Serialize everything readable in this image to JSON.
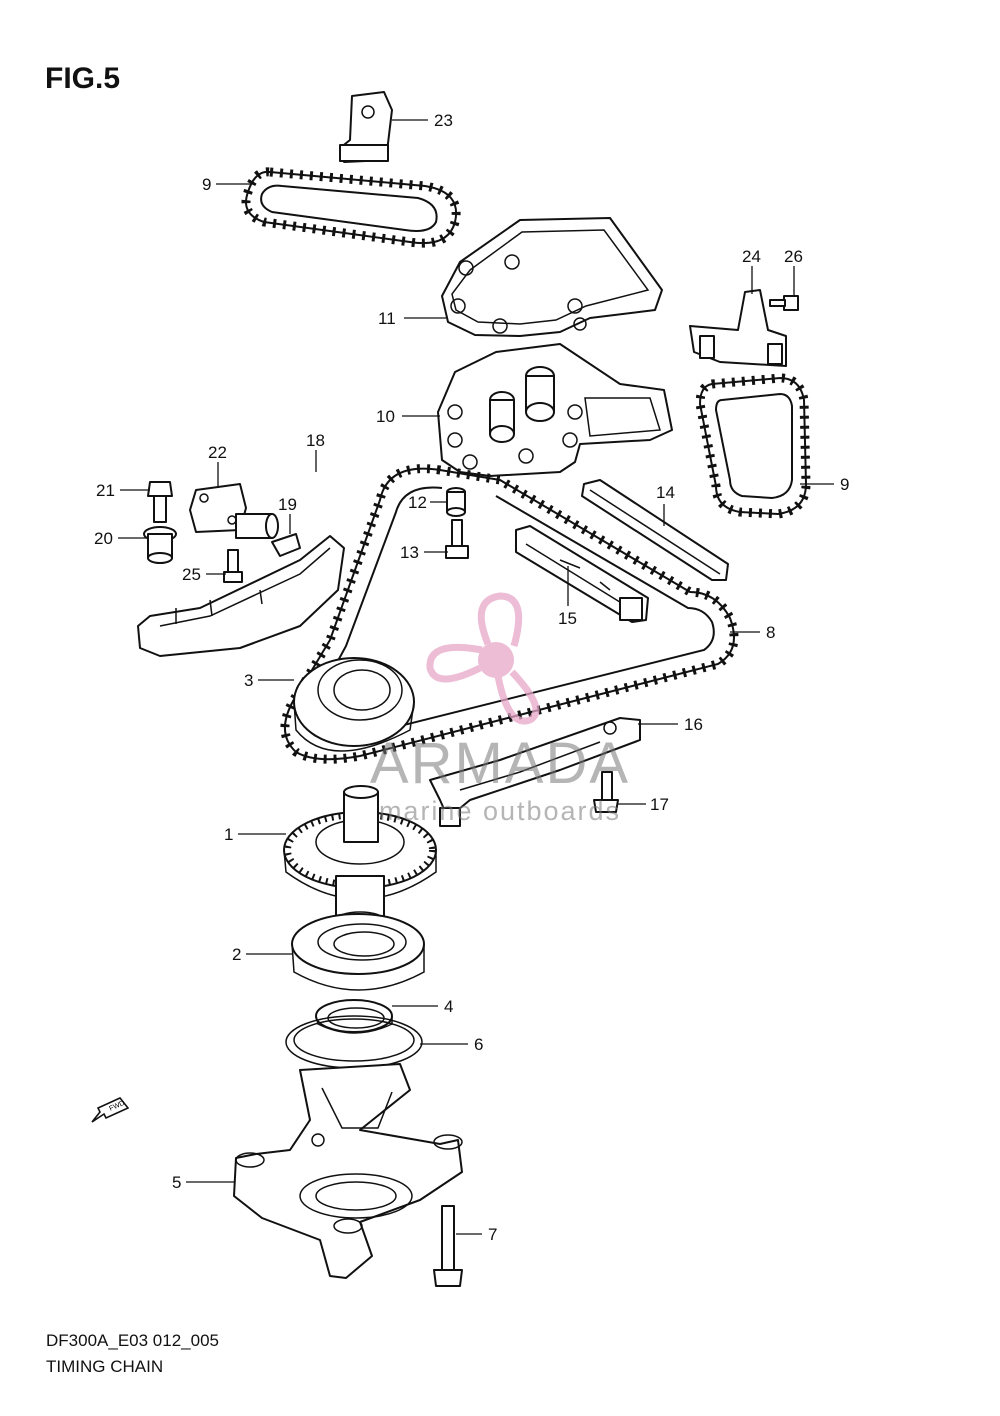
{
  "figure": {
    "title": "FIG.5",
    "code": "DF300A_E03 012_005",
    "name": "TIMING CHAIN"
  },
  "watermark": {
    "brand": "ARMADA",
    "tagline": "marine outboards",
    "color": "#e7a6c8"
  },
  "fwd_label": "FWD",
  "callouts": [
    {
      "label": "23"
    },
    {
      "label": "9"
    },
    {
      "label": "24"
    },
    {
      "label": "26"
    },
    {
      "label": "11"
    },
    {
      "label": "10"
    },
    {
      "label": "9"
    },
    {
      "label": "22"
    },
    {
      "label": "18"
    },
    {
      "label": "21"
    },
    {
      "label": "19"
    },
    {
      "label": "12"
    },
    {
      "label": "14"
    },
    {
      "label": "20"
    },
    {
      "label": "13"
    },
    {
      "label": "25"
    },
    {
      "label": "15"
    },
    {
      "label": "8"
    },
    {
      "label": "3"
    },
    {
      "label": "16"
    },
    {
      "label": "17"
    },
    {
      "label": "1"
    },
    {
      "label": "2"
    },
    {
      "label": "4"
    },
    {
      "label": "6"
    },
    {
      "label": "5"
    },
    {
      "label": "7"
    }
  ]
}
